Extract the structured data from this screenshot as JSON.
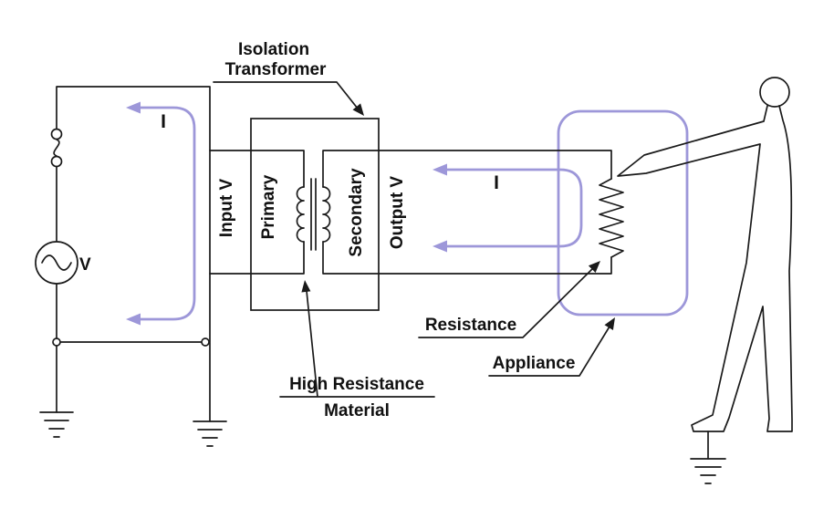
{
  "colors": {
    "wire": "#1a1a1a",
    "current_accent": "#9d97d9",
    "text": "#111111",
    "background": "#ffffff"
  },
  "labels": {
    "isolation_transformer_line1": "Isolation",
    "isolation_transformer_line2": "Transformer",
    "input_voltage": "Input V",
    "primary_winding": "Primary",
    "secondary_winding": "Secondary",
    "output_voltage": "Output V",
    "source_voltage": "V",
    "current_left": "I",
    "current_right": "I",
    "resistance": "Resistance",
    "appliance": "Appliance",
    "high_resistance_material_line1": "High Resistance",
    "high_resistance_material_line2": "Material"
  }
}
